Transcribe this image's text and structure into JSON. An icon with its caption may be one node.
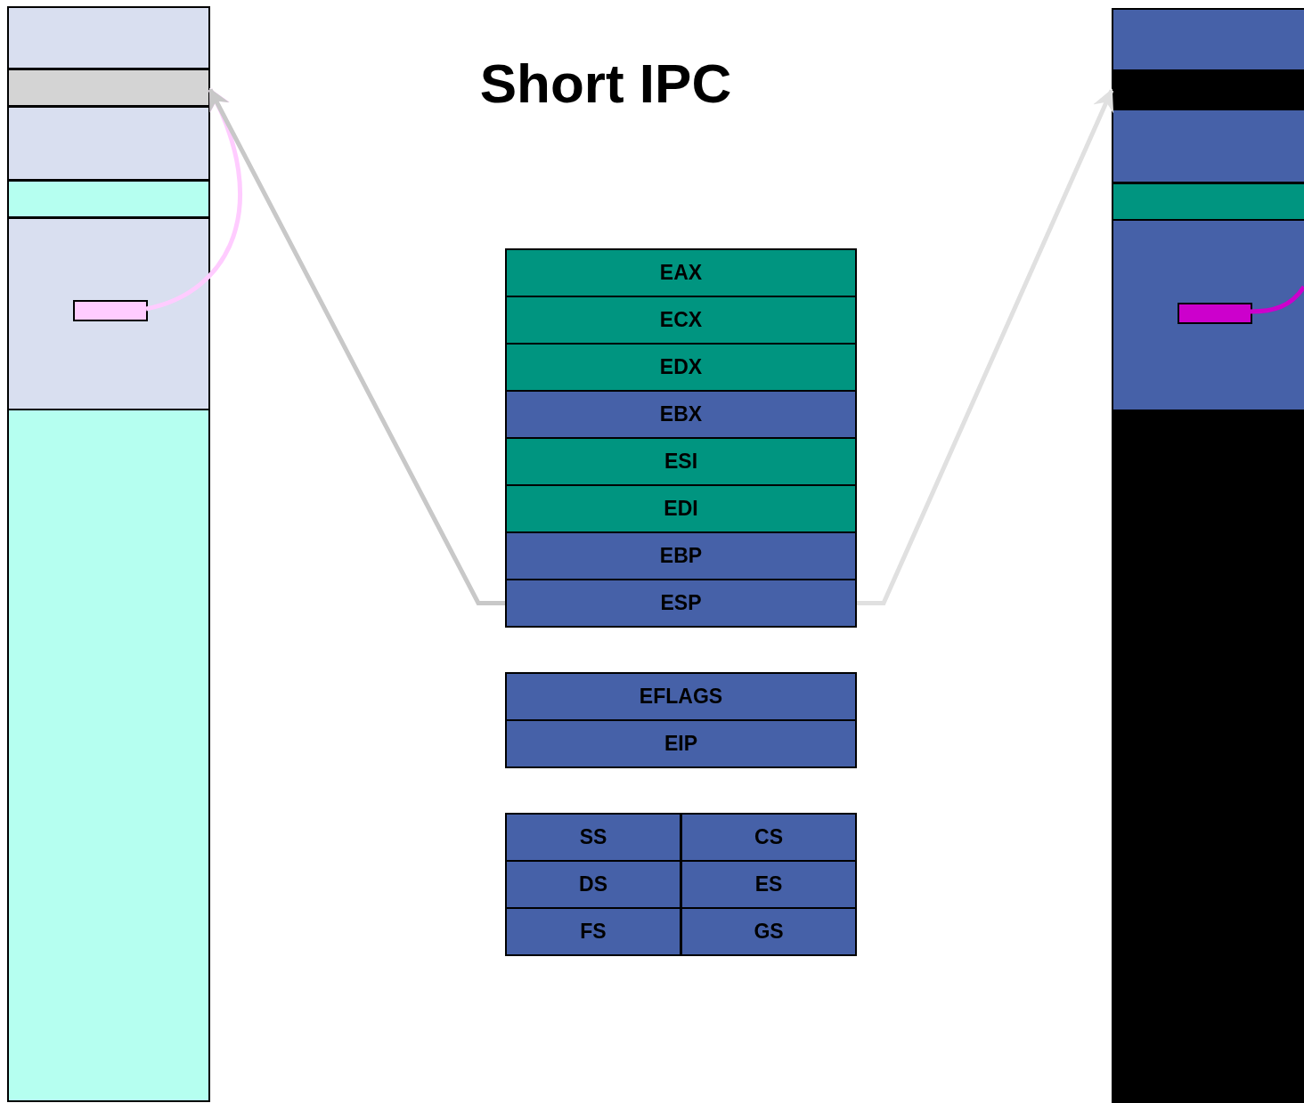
{
  "diagram": {
    "title": "Short IPC",
    "nodes": [
      {
        "text": [],
        "shape": "box"
      },
      {
        "text": [],
        "shape": "box"
      },
      {
        "text": [],
        "shape": "box"
      },
      {
        "text": [],
        "shape": "box"
      },
      {
        "text": [],
        "shape": "box"
      },
      {
        "text": [],
        "shape": "box",
        "in": 4
      },
      {
        "text": [],
        "shape": "box"
      },
      {
        "text": [],
        "shape": "box"
      },
      {
        "text": [],
        "shape": "box"
      },
      {
        "text": [],
        "shape": "box"
      },
      {
        "text": [],
        "shape": "box"
      },
      {
        "text": [],
        "shape": "box"
      },
      {
        "text": [],
        "shape": "box",
        "in": 11
      },
      {
        "text": [],
        "shape": "box"
      },
      {
        "text": [
          "EAX"
        ]
      },
      {
        "text": [
          "ECX"
        ]
      },
      {
        "text": [
          "EDX"
        ]
      },
      {
        "text": [
          "EBX"
        ]
      },
      {
        "text": [
          "ESI"
        ]
      },
      {
        "text": [
          "EDI"
        ]
      },
      {
        "text": [
          "EBP"
        ]
      },
      {
        "text": [
          "ESP"
        ]
      },
      {
        "text": [
          "EFLAGS"
        ]
      },
      {
        "text": [
          "EIP"
        ]
      },
      {
        "text": [
          "SS"
        ]
      },
      {
        "text": [
          "CS"
        ]
      },
      {
        "text": [
          "DS"
        ]
      },
      {
        "text": [
          "ES"
        ]
      },
      {
        "text": [
          "FS"
        ]
      },
      {
        "text": [
          "GS"
        ]
      }
    ],
    "edges": [
      {
        "from": 5,
        "to": 1,
        "arrow": "to",
        "color": "#ffccff"
      },
      {
        "from": 21,
        "to": 1,
        "arrow": "to",
        "color": "#c8c8c8"
      },
      {
        "from": 21,
        "to": 8,
        "arrow": "to",
        "color": "#e0e0e0"
      },
      {
        "from": 12,
        "to": null,
        "arrow": "none",
        "color": "#cc00cc"
      }
    ]
  }
}
